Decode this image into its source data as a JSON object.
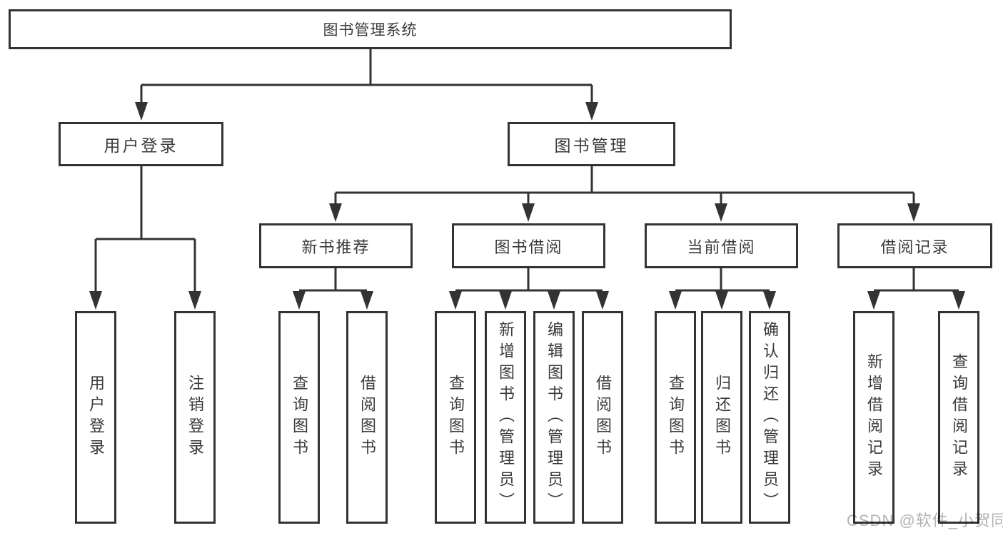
{
  "diagram": {
    "root": {
      "label": "图书管理系统"
    },
    "branches": [
      {
        "label": "用户登录",
        "children": [
          {
            "label": "用户登录"
          },
          {
            "label": "注销登录"
          }
        ]
      },
      {
        "label": "图书管理",
        "children": [
          {
            "label": "新书推荐",
            "children": [
              {
                "label": "查询图书"
              },
              {
                "label": "借阅图书"
              }
            ]
          },
          {
            "label": "图书借阅",
            "children": [
              {
                "label": "查询图书"
              },
              {
                "label": "新增图书（管理员）"
              },
              {
                "label": "编辑图书（管理员）"
              },
              {
                "label": "借阅图书"
              }
            ]
          },
          {
            "label": "当前借阅",
            "children": [
              {
                "label": "查询图书"
              },
              {
                "label": "归还图书"
              },
              {
                "label": "确认归还（管理员）"
              }
            ]
          },
          {
            "label": "借阅记录",
            "children": [
              {
                "label": "新增借阅记录"
              },
              {
                "label": "查询借阅记录"
              }
            ]
          }
        ]
      }
    ],
    "watermark": "CSDN @软件_小贺同学"
  },
  "colors": {
    "line": "#333333",
    "text": "#3a3a3a",
    "box_background": "#ffffff",
    "watermark": "#b3b3b3"
  }
}
